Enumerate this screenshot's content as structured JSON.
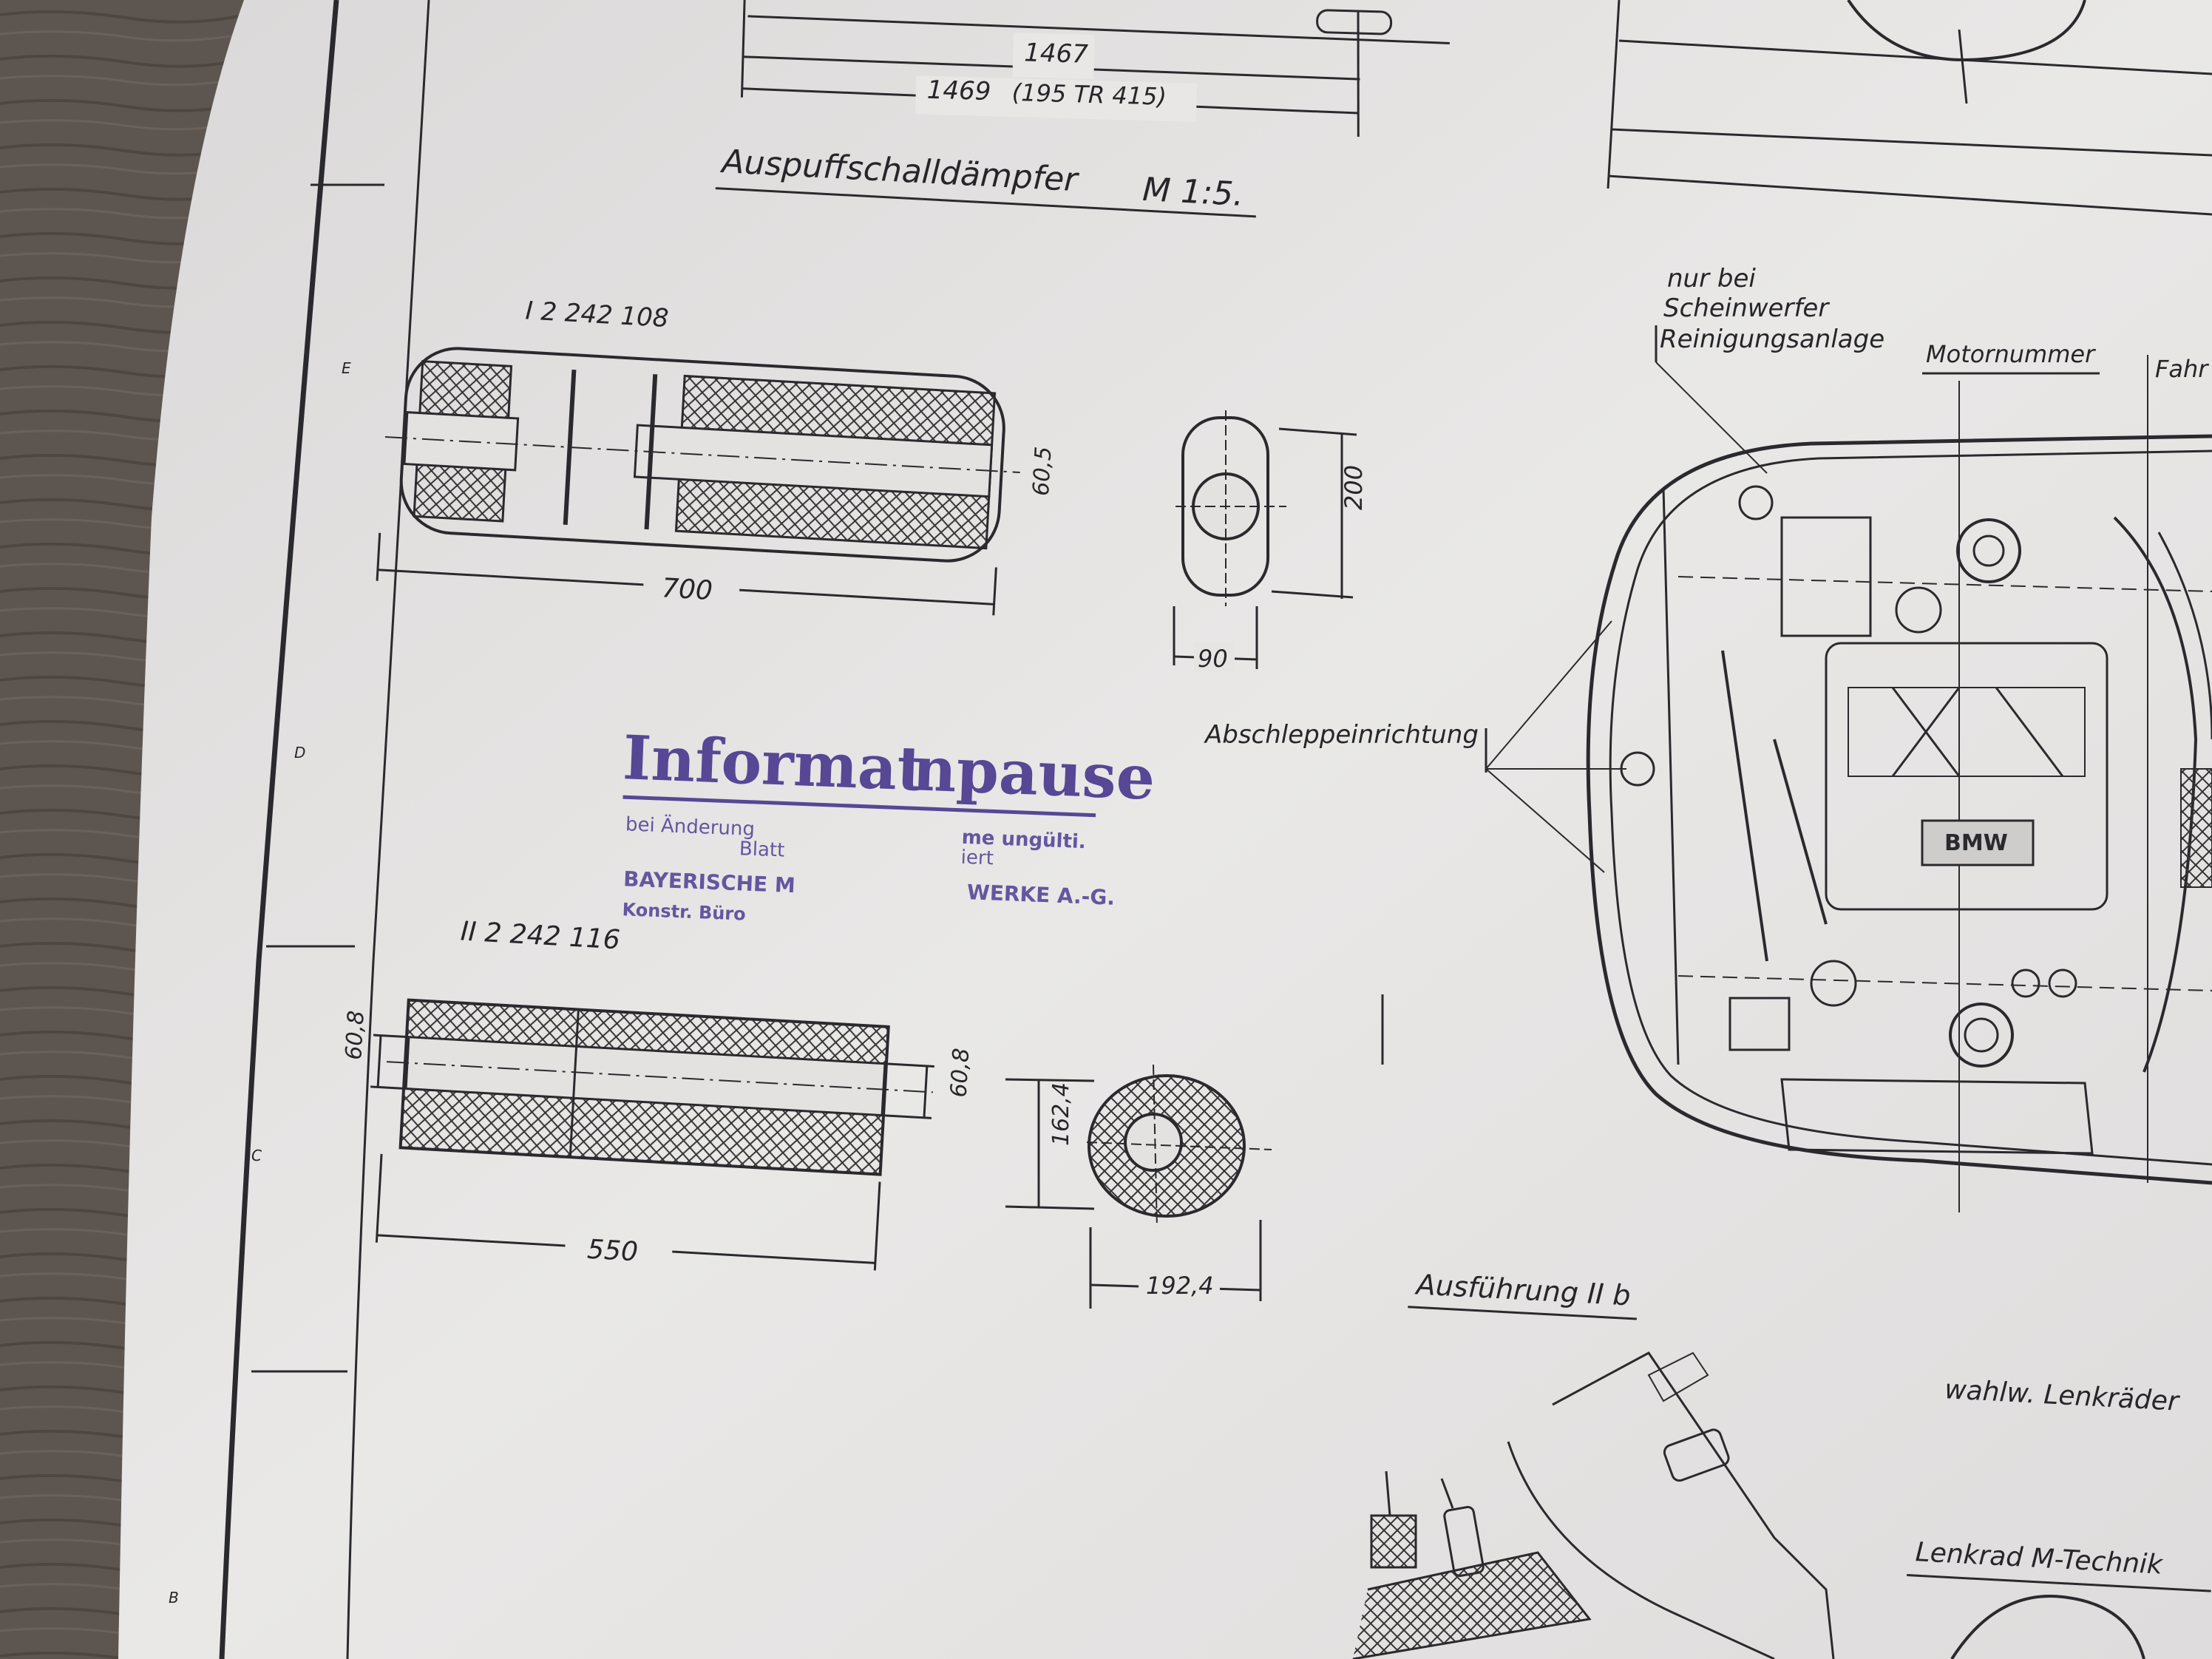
{
  "drawing": {
    "top_dims": {
      "d1": "1467",
      "d2": "1469",
      "d2_note": "(195 TR 415)"
    },
    "muffler_title": "Auspuffschalldämpfer",
    "muffler_scale": "M 1:5.",
    "part1": {
      "number": "I  2 242 108",
      "length": "700",
      "height": "60,5",
      "end_height": "200",
      "end_width": "90"
    },
    "part2": {
      "number": "II  2 242 116",
      "length": "550",
      "left_height": "60,8",
      "right_height": "60,8",
      "end_height": "162,4",
      "end_width": "192,4"
    },
    "stamp": {
      "line1": "Informat",
      "line1b": "npause",
      "line2": "bei Änderung   ",
      "line2b": "me ungülti.",
      "line3": "Blatt",
      "line3b": "iert",
      "line4": "BAYERISCHE M",
      "line4b": "WERKE A.-G.",
      "line5": "Konstr. Büro"
    },
    "callouts": {
      "headlamp_1": "nur bei",
      "headlamp_2": "Scheinwerfer",
      "headlamp_3": "Reinigungsanlage",
      "engine_number": "Motornummer",
      "chassis_partial": "Fahr",
      "tow": "Abschleppeinrichtung"
    },
    "car_badge": "BMW",
    "variant": "Ausführung II b",
    "steering_wheels": "wahlw. Lenkräder",
    "steering_mtech": "Lenkrad M-Technik",
    "zones": [
      "E",
      "D",
      "C",
      "B"
    ]
  },
  "colors": {
    "paper": "#e7e5e4",
    "ink": "#2a2a2e",
    "stamp": "#4b3a8e",
    "wood": "#5d5650"
  }
}
